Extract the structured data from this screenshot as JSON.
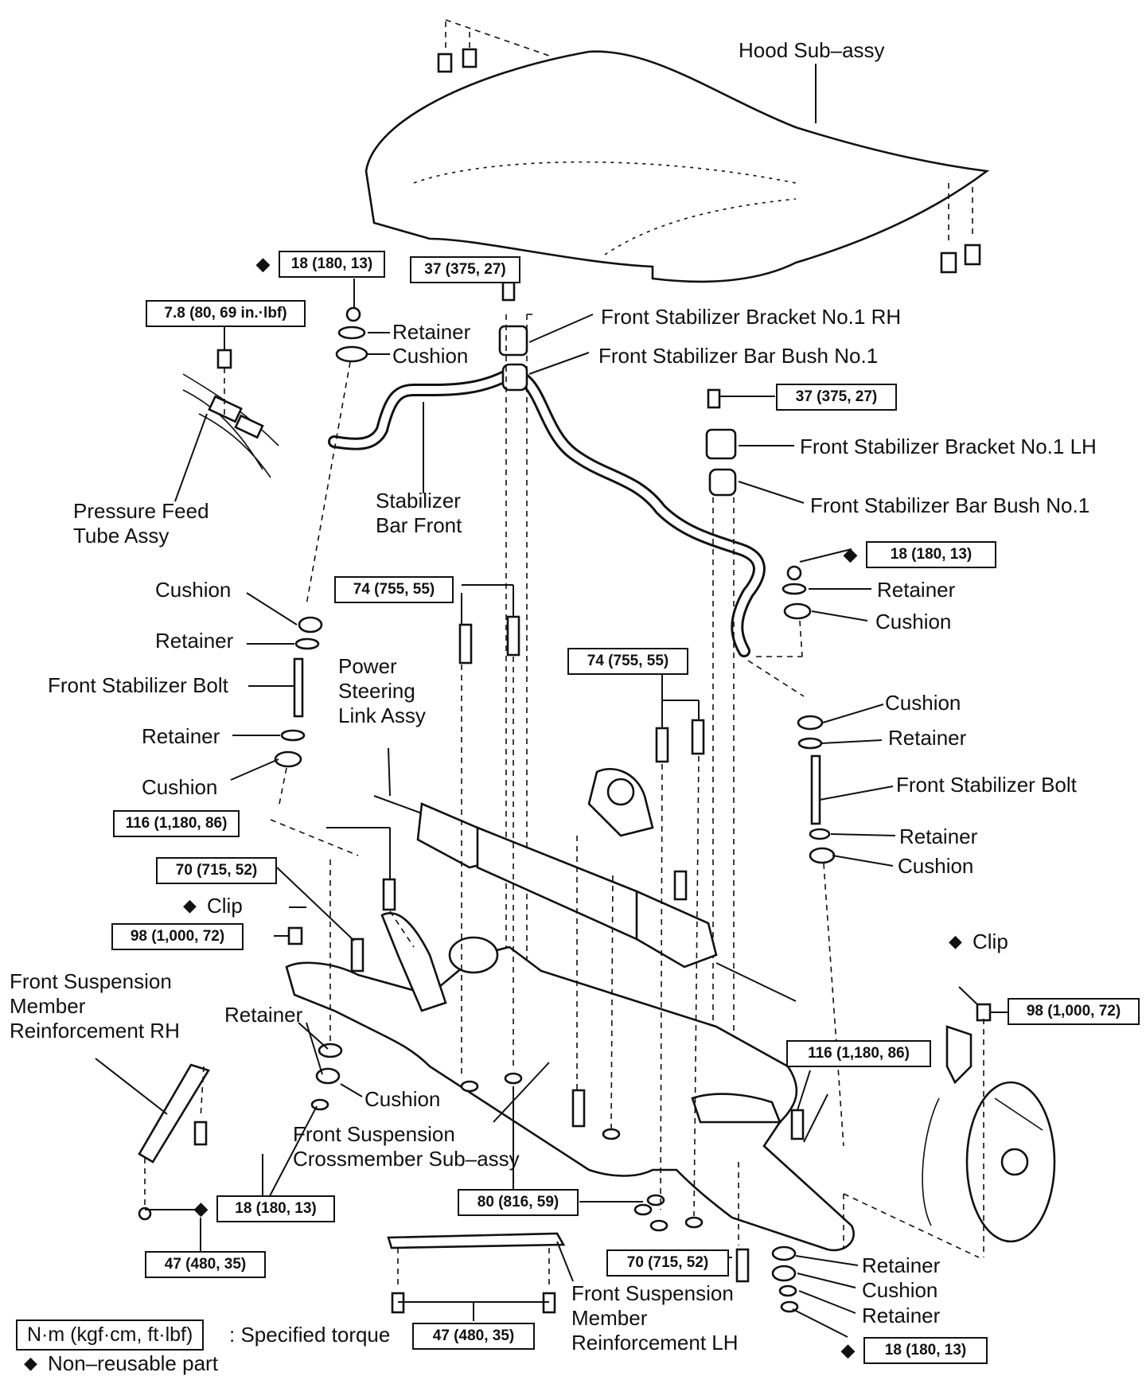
{
  "labels": {
    "hood": "Hood Sub–assy",
    "bracket_rh": "Front Stabilizer Bracket No.1 RH",
    "bush_rh": "Front Stabilizer Bar Bush No.1",
    "bracket_lh": "Front Stabilizer Bracket No.1 LH",
    "bush_lh": "Front Stabilizer Bar Bush No.1",
    "retainer_tl": "Retainer",
    "cushion_tl": "Cushion",
    "pressure_feed": "Pressure Feed Tube Assy",
    "stabilizer_bar": "Stabilizer Bar Front",
    "retainer_rt": "Retainer",
    "cushion_rt": "Cushion",
    "cushion_l1": "Cushion",
    "retainer_l1": "Retainer",
    "stab_bolt_l": "Front Stabilizer Bolt",
    "retainer_l2": "Retainer",
    "cushion_l2": "Cushion",
    "power_steering": "Power Steering Link Assy",
    "cushion_r1": "Cushion",
    "retainer_r1": "Retainer",
    "stab_bolt_r": "Front Stabilizer Bolt",
    "retainer_r2": "Retainer",
    "cushion_r2": "Cushion",
    "clip_l": "Clip",
    "clip_r": "Clip",
    "reinf_rh": "Front Suspension Member Reinforcement RH",
    "retainer_mid": "Retainer",
    "cushion_mid": "Cushion",
    "crossmember": "Front Suspension Crossmember Sub–assy",
    "reinf_lh": "Front Suspension Member Reinforcement LH",
    "retainer_b1": "Retainer",
    "cushion_b": "Cushion",
    "retainer_b2": "Retainer"
  },
  "torques": {
    "t_top_left": "18 (180, 13)",
    "t_top_mid": "37 (375, 27)",
    "t_tube": "7.8 (80, 69 in.·lbf)",
    "t_lh_bracket": "37 (375, 27)",
    "t_right_nut": "18 (180, 13)",
    "t_mid_bolts": "74 (755, 55)",
    "t_mid_bolts2": "74 (755, 55)",
    "t_116_left": "116 (1,180, 86)",
    "t_70_left": "70 (715, 52)",
    "t_98_left": "98 (1,000, 72)",
    "t_98_right": "98 (1,000, 72)",
    "t_116_right": "116 (1,180, 86)",
    "t_18_bottom_left": "18 (180, 13)",
    "t_47_left": "47 (480, 35)",
    "t_80": "80 (816, 59)",
    "t_70_bottom": "70 (715, 52)",
    "t_47_bottom": "47 (480, 35)",
    "t_18_bottom_right": "18 (180, 13)"
  },
  "legend": {
    "unit": "N·m (kgf·cm, ft·lbf)",
    "specified": ": Specified torque",
    "non_reusable": "Non–reusable part"
  }
}
